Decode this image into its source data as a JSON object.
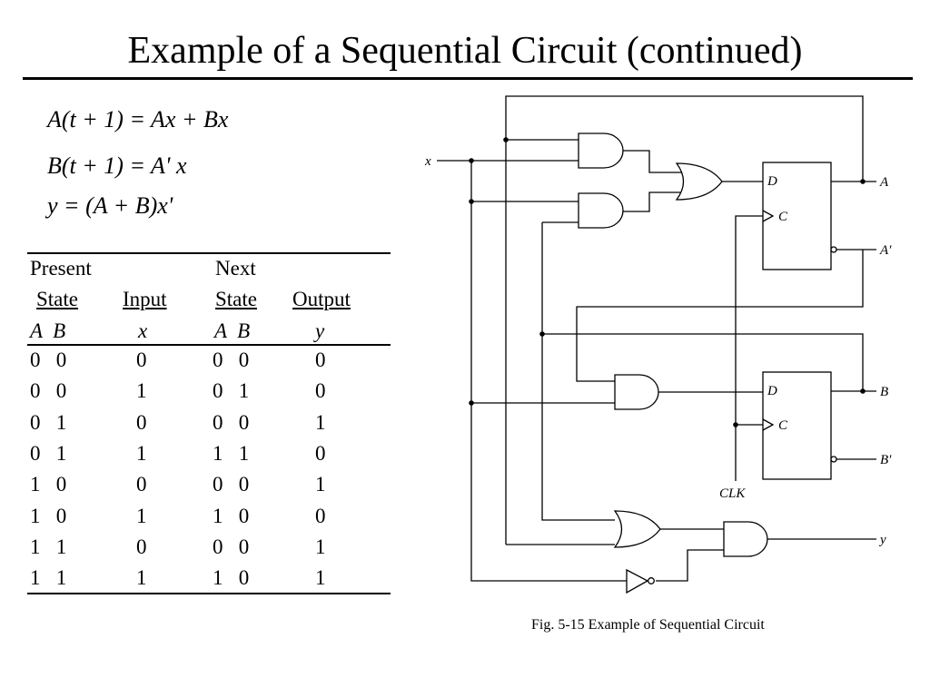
{
  "title": "Example of a Sequential Circuit (continued)",
  "equations": [
    "A(t + 1) = Ax + Bx",
    "B(t + 1) = A' x",
    "y = (A + B)x'"
  ],
  "table": {
    "group_headers": [
      "Present",
      "Next"
    ],
    "sub_headers": [
      "State",
      "Input",
      "State",
      "Output"
    ],
    "var_headers": [
      "A  B",
      "x",
      "A  B",
      "y"
    ],
    "rows": [
      [
        "0   0",
        "0",
        "0   0",
        "0"
      ],
      [
        "0   0",
        "1",
        "0   1",
        "0"
      ],
      [
        "0   1",
        "0",
        "0   0",
        "1"
      ],
      [
        "0   1",
        "1",
        "1   1",
        "0"
      ],
      [
        "1   0",
        "0",
        "0   0",
        "1"
      ],
      [
        "1   0",
        "1",
        "1   0",
        "0"
      ],
      [
        "1   1",
        "0",
        "0   0",
        "1"
      ],
      [
        "1   1",
        "1",
        "1   0",
        "1"
      ]
    ]
  },
  "circuit": {
    "labels": {
      "x": "x",
      "A": "A",
      "A_prime": "A′",
      "B": "B",
      "B_prime": "B′",
      "y": "y",
      "clk": "CLK",
      "D": "D",
      "C": "C"
    },
    "caption": "Fig. 5-15  Example of Sequential Circuit"
  }
}
